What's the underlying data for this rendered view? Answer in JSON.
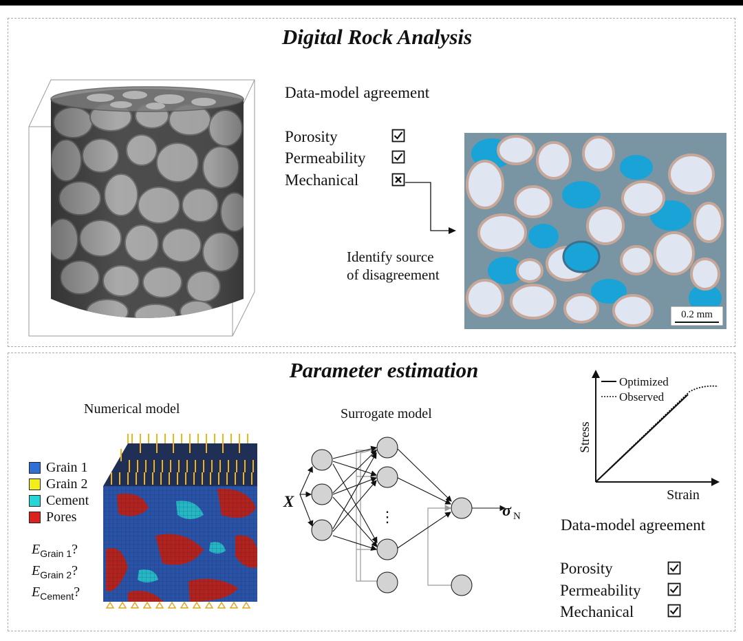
{
  "top": {
    "title": "Digital Rock Analysis",
    "agreement_heading": "Data-model agreement",
    "criteria": [
      {
        "label": "Porosity",
        "status": "check"
      },
      {
        "label": "Permeability",
        "status": "check"
      },
      {
        "label": "Mechanical",
        "status": "cross"
      }
    ],
    "identify_line1": "Identify source",
    "identify_line2": "of disagreement",
    "scale_bar": "0.2 mm"
  },
  "bottom": {
    "title": "Parameter estimation",
    "numerical_heading": "Numerical model",
    "legend": [
      {
        "label": "Grain 1",
        "color": "#2f6fd6"
      },
      {
        "label": "Grain 2",
        "color": "#f2ee1c"
      },
      {
        "label": "Cement",
        "color": "#25d6d6"
      },
      {
        "label": "Pores",
        "color": "#d9231c"
      }
    ],
    "params": [
      {
        "sym": "E",
        "sub": "Grain 1",
        "q": "?"
      },
      {
        "sym": "E",
        "sub": "Grain 2",
        "q": "?"
      },
      {
        "sym": "E",
        "sub": "Cement",
        "q": "?"
      }
    ],
    "surrogate_heading": "Surrogate model",
    "input_label": "X",
    "output_symbol": "σ",
    "output_sub": "N",
    "ellipsis": "⋮",
    "plot": {
      "legend_optimized": "Optimized",
      "legend_observed": "Observed",
      "ylabel": "Stress",
      "xlabel": "Strain"
    },
    "agreement_heading": "Data-model agreement",
    "criteria": [
      {
        "label": "Porosity",
        "status": "check"
      },
      {
        "label": "Permeability",
        "status": "check"
      },
      {
        "label": "Mechanical",
        "status": "check"
      }
    ]
  },
  "colors": {
    "pore_blue": "#1aa3d6",
    "grain_white": "#e9ecf2",
    "model_blue": "#2a53a8",
    "model_red": "#b3231e",
    "arrow_yellow": "#f3b21b"
  }
}
